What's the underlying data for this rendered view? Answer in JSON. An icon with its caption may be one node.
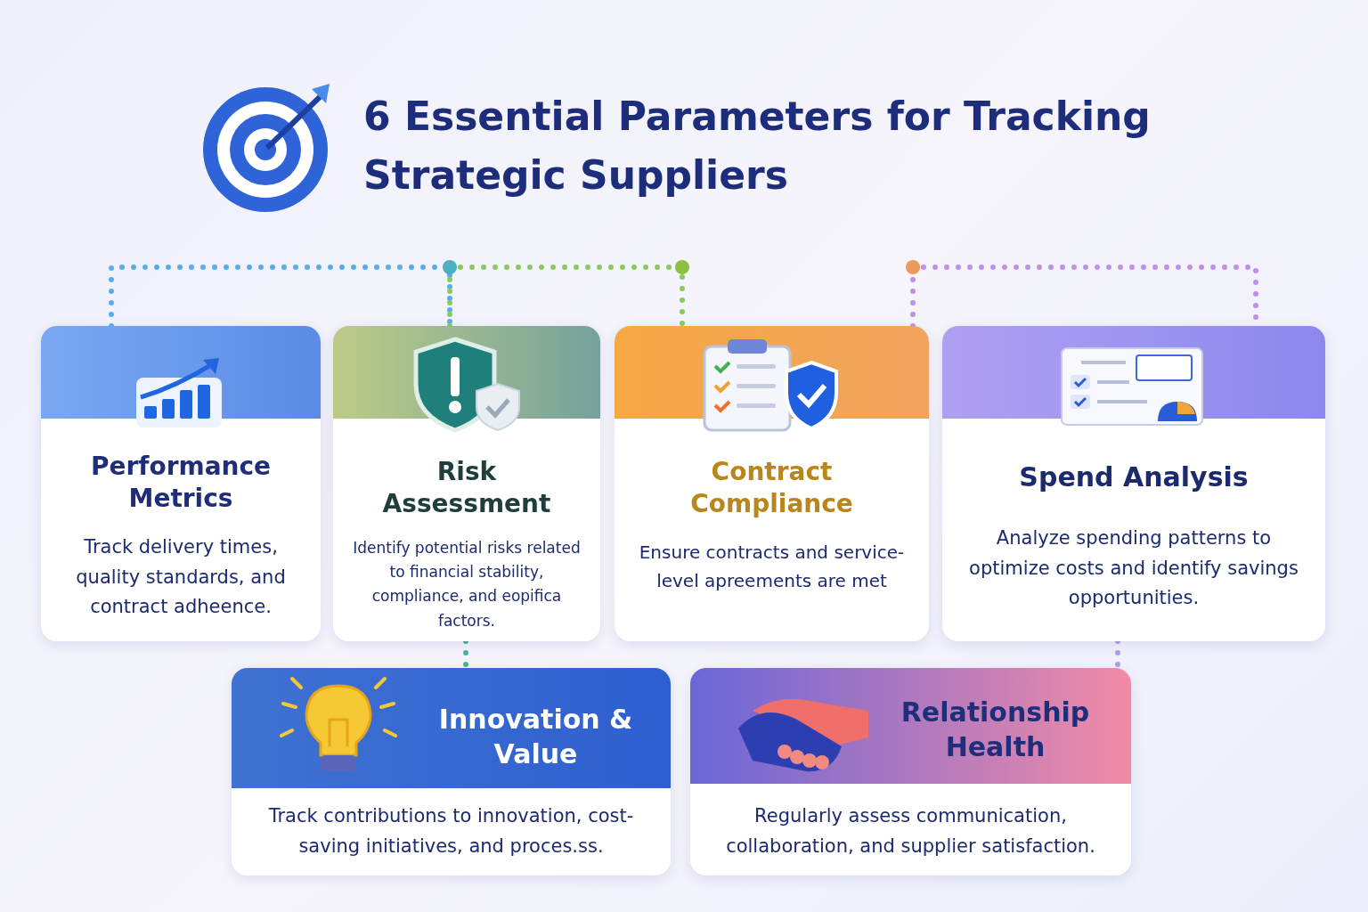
{
  "diagram": {
    "title": "6 Essential Parameters for Tracking Strategic Suppliers",
    "nodes": [
      {
        "text": [
          "Performance Metrics",
          "Track delivery times, quality standards, and contract adheence."
        ]
      },
      {
        "text": [
          "Risk Assessment",
          "Identify potential risks related to financial stability, compliance, and eopifica factors."
        ]
      },
      {
        "text": [
          "Contract Compliance",
          "Ensure contracts and service-level apreements are met"
        ]
      },
      {
        "text": [
          "Spend Analysis",
          "Analyze spending patterns to optimize costs and identify savings opportunities."
        ]
      },
      {
        "text": [
          "Innovation & Value",
          "Track contributions to innovation, cost-saving initiatives, and proces.ss."
        ]
      },
      {
        "text": [
          "Relationship Health",
          "Regularly assess communication, collaboration, and supplier satisfaction."
        ]
      }
    ],
    "edges": [
      {
        "from": 0,
        "to": 1,
        "arrow": "none",
        "style": "dashed",
        "color": "#5aaee8"
      },
      {
        "from": 1,
        "to": 2,
        "arrow": "none",
        "style": "dashed",
        "color": "#8cc860"
      },
      {
        "from": 2,
        "to": 3,
        "arrow": "none",
        "style": "dashed",
        "color": "#c090e8"
      },
      {
        "from": 1,
        "to": 4,
        "arrow": "none",
        "style": "dashed",
        "color": "#4bb0a0"
      },
      {
        "from": 3,
        "to": 5,
        "arrow": "none",
        "style": "dashed",
        "color": "#b09ee0"
      }
    ]
  }
}
